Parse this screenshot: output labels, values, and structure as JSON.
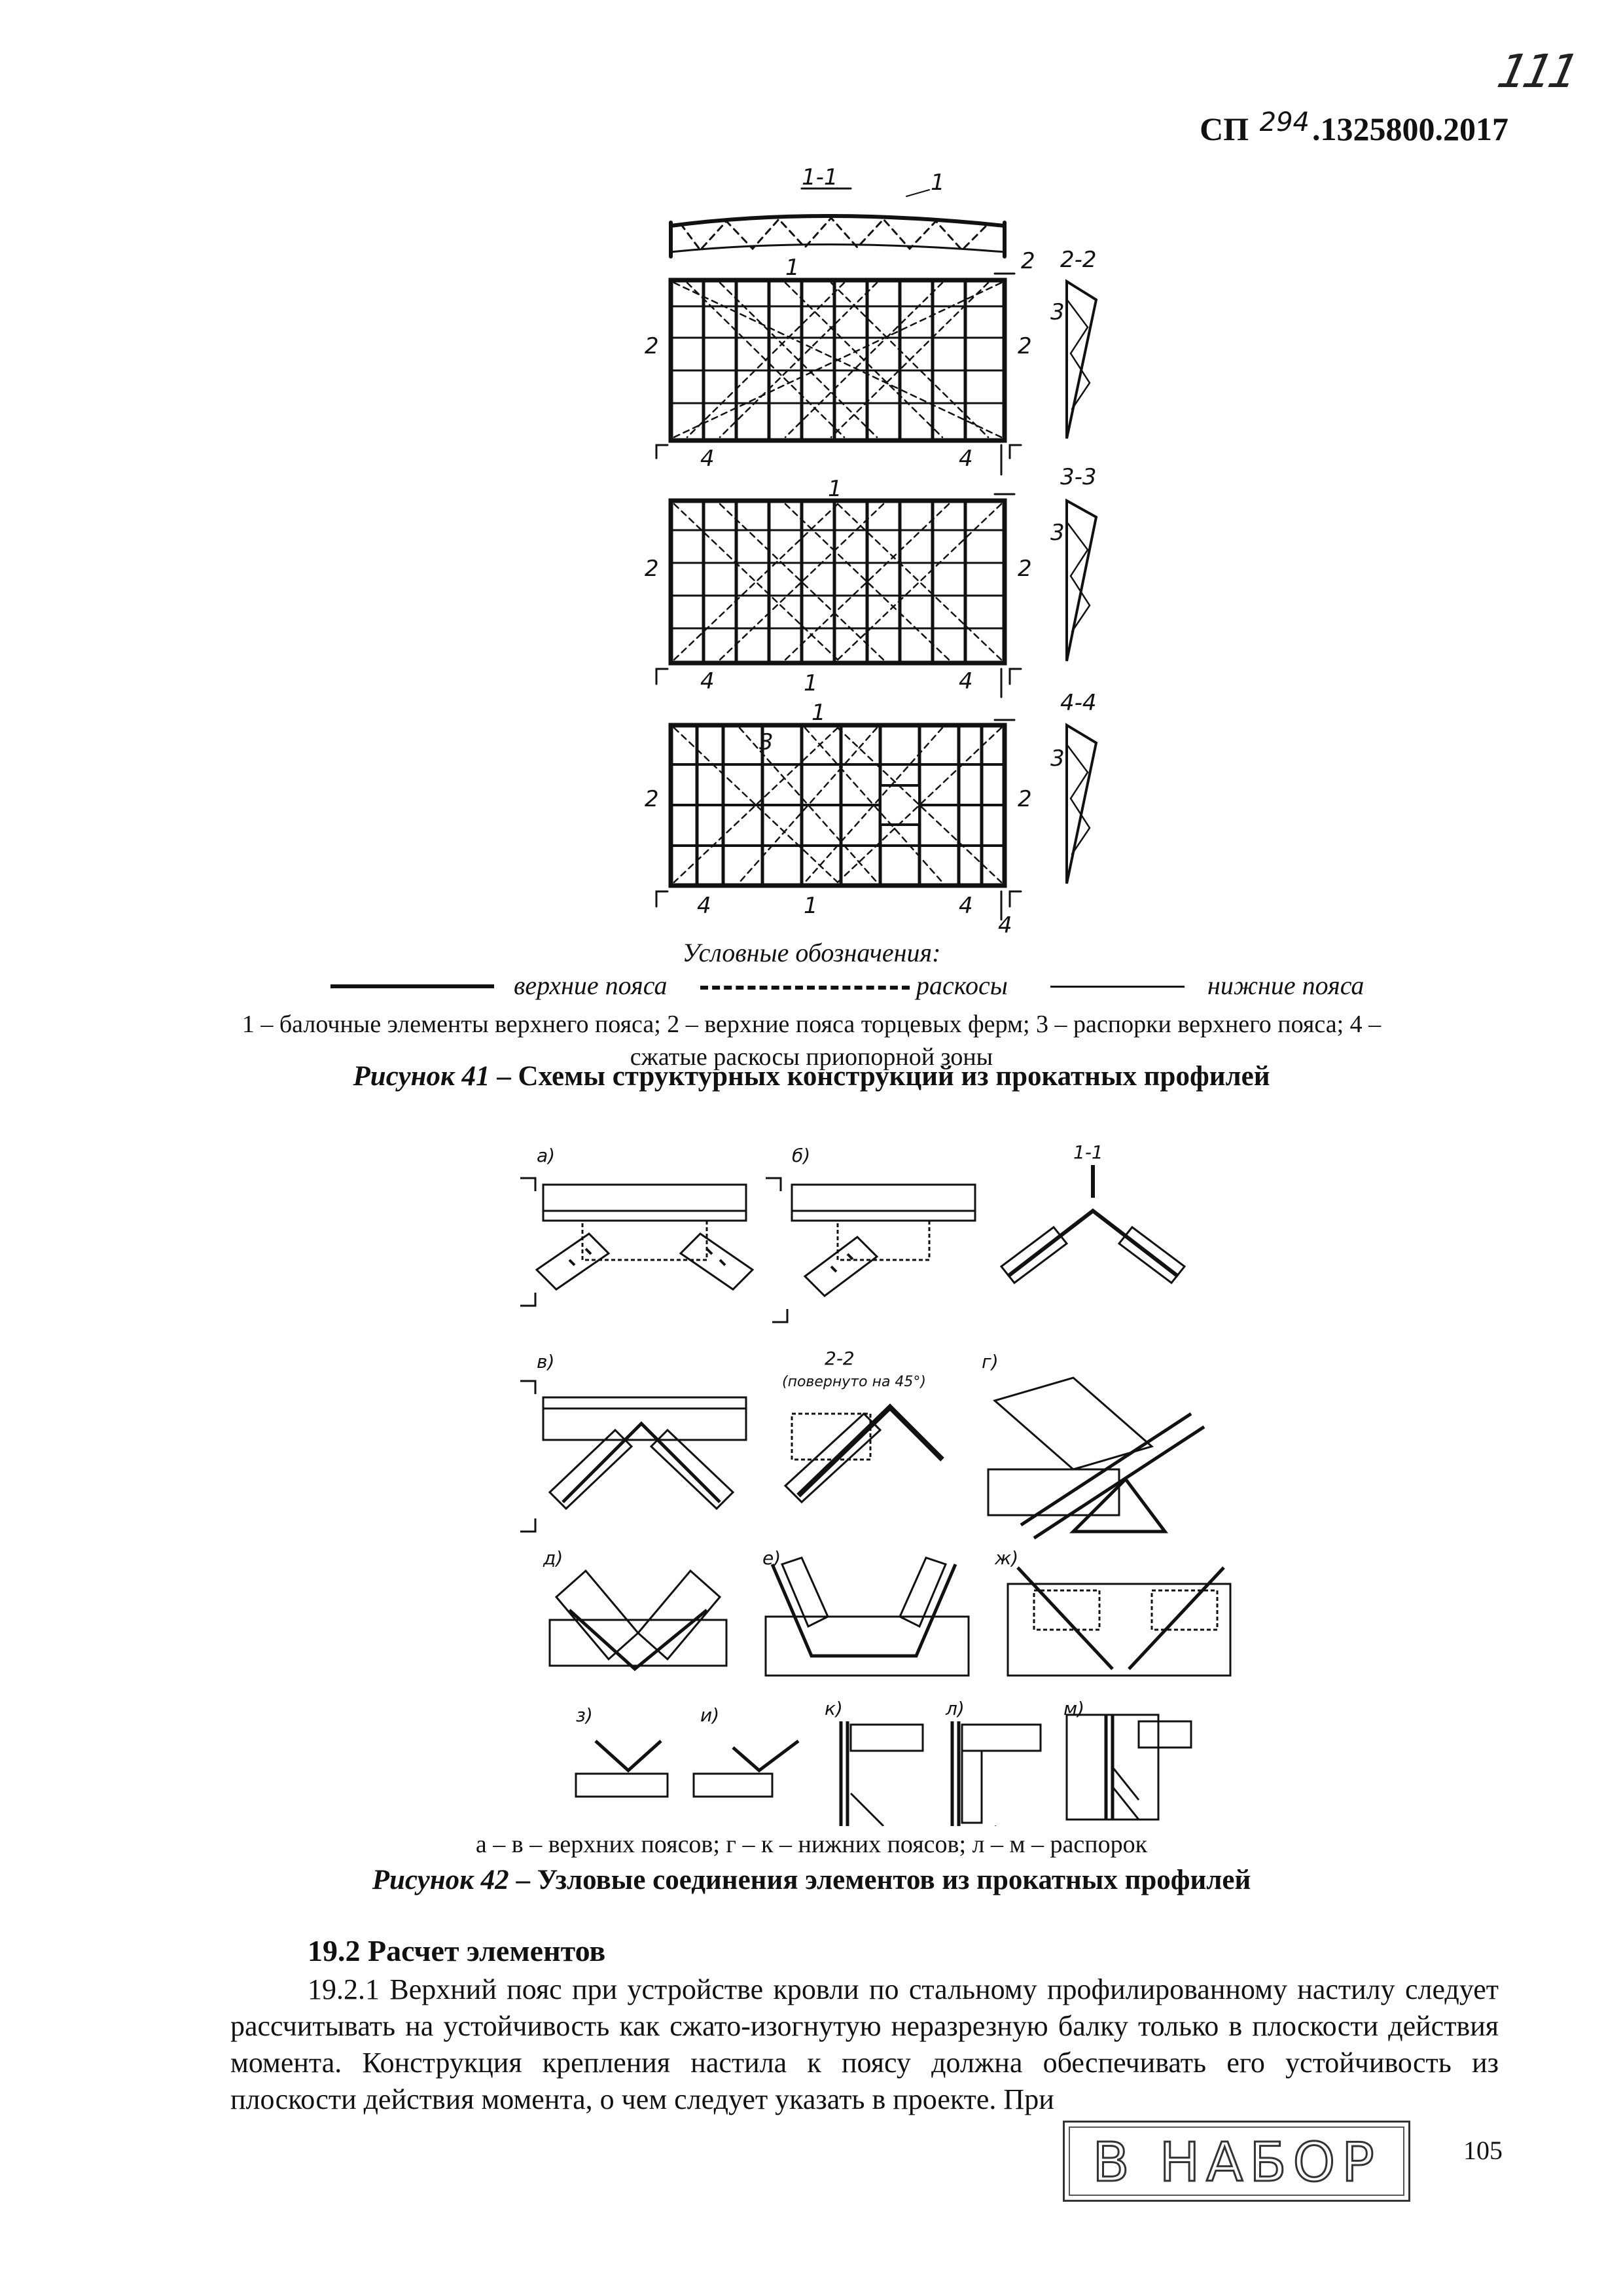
{
  "header": {
    "handwritten_page_number": "111",
    "doc_prefix": "СП",
    "doc_handwritten_number": "294",
    "doc_suffix": ".1325800.2017"
  },
  "figure41": {
    "section_labels": [
      "1-1",
      "2-2",
      "3-3",
      "4-4"
    ],
    "callouts": [
      "1",
      "2",
      "3",
      "4"
    ],
    "legend_title": "Условные обозначения:",
    "legend": [
      {
        "label": "верхние пояса",
        "line_style": "solid"
      },
      {
        "label": "раскосы",
        "line_style": "dashed"
      },
      {
        "label": "нижние пояса",
        "line_style": "thin-solid"
      }
    ],
    "note_line1": "1 – балочные элементы верхнего пояса; 2 – верхние пояса торцевых ферм; 3 – распорки верхнего пояса; 4 –",
    "note_line2": "сжатые раскосы приопорной зоны",
    "caption_prefix": "Рисунок 41",
    "caption_text": " – Схемы структурных конструкций из прокатных профилей"
  },
  "figure42": {
    "panel_labels": [
      "а)",
      "б)",
      "1-1",
      "в)",
      "2-2",
      "(повернуто на 45°)",
      "г)",
      "д)",
      "е)",
      "ж)",
      "з)",
      "и)",
      "к)",
      "л)",
      "м)"
    ],
    "note": "а – в – верхних поясов; г – к – нижних поясов; л – м – распорок",
    "caption_prefix": "Рисунок 42",
    "caption_text": " – Узловые соединения элементов из прокатных профилей"
  },
  "section": {
    "title": "19.2 Расчет элементов",
    "paragraph_line1": "19.2.1 Верхний пояс при устройстве кровли по стальному профилированному настилу",
    "paragraph_rest": "следует рассчитывать на устойчивость как сжато-изогнутую неразрезную балку только в плоскости действия момента. Конструкция крепления настила к поясу должна обеспечивать его устойчивость из плоскости действия момента, о чем следует указать в проекте. При"
  },
  "stamp": {
    "text": "В НАБОР"
  },
  "page_number": "105"
}
